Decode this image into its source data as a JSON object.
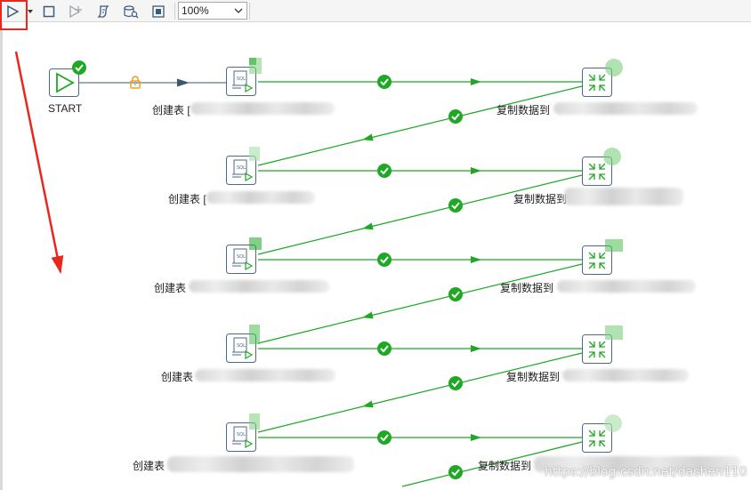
{
  "toolbar": {
    "icons": [
      "play-icon",
      "dropdown-arrow-icon",
      "stop-icon",
      "debug-run-icon",
      "script-icon",
      "sql-preview-icon",
      "layout-icon"
    ],
    "zoom_value": "100%"
  },
  "canvas": {
    "start_label": "START",
    "create_rows": [
      {
        "label": "创建表 ["
      },
      {
        "label": "创建表 ["
      },
      {
        "label": "创建表"
      },
      {
        "label": "创建表"
      },
      {
        "label": "创建表"
      }
    ],
    "copy_rows": [
      {
        "label": "复制数据到"
      },
      {
        "label": "复制数据到"
      },
      {
        "label": "复制数据到"
      },
      {
        "label": "复制数据到"
      },
      {
        "label": "复制数据到"
      }
    ]
  },
  "colors": {
    "hop_green": "#1fa824",
    "hop_dark": "#3a5673",
    "lock_orange": "#f0a020",
    "annotation_red": "#e8281e"
  },
  "watermark": "https://blog.csdn.net/dashen110"
}
